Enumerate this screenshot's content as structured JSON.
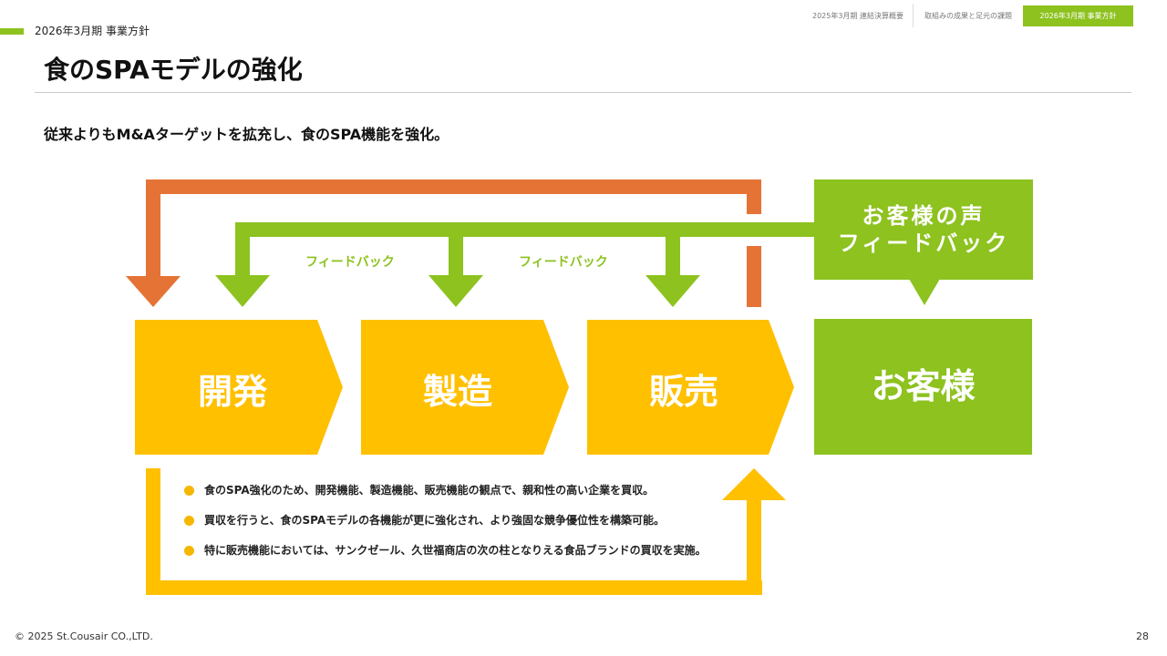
{
  "nav": {
    "tabs": [
      {
        "label": "2025年3月期 連結決算概要",
        "active": false
      },
      {
        "label": "取組みの成果と足元の課題",
        "active": false
      },
      {
        "label": "2026年3月期 事業方針",
        "active": true
      }
    ]
  },
  "section_label": "2026年3月期 事業方針",
  "title": "食のSPAモデルの強化",
  "lead": "従来よりもM&Aターゲットを拡充し、食のSPA機能を強化。",
  "diagram": {
    "feedback_label_1": "フィードバック",
    "feedback_label_2": "フィードバック",
    "steps": [
      "開発",
      "製造",
      "販売"
    ],
    "voice_line_1": "お客様の声",
    "voice_line_2": "フィードバック",
    "customer": "お客様"
  },
  "bullets": [
    "食のSPA強化のため、開発機能、製造機能、販売機能の観点で、親和性の高い企業を買収。",
    "買収を行うと、食のSPAモデルの各機能が更に強化され、より強固な競争優位性を構築可能。",
    "特に販売機能においては、サンクゼール、久世福商店の次の柱となりえる食品ブランドの買収を実施。"
  ],
  "colors": {
    "green": "#8dc21f",
    "orange": "#e57335",
    "yellow": "#ffc000",
    "bullet_dot": "#f5b700"
  },
  "footer": {
    "copyright": "© 2025 St.Cousair CO.,LTD.",
    "page_number": "28"
  }
}
